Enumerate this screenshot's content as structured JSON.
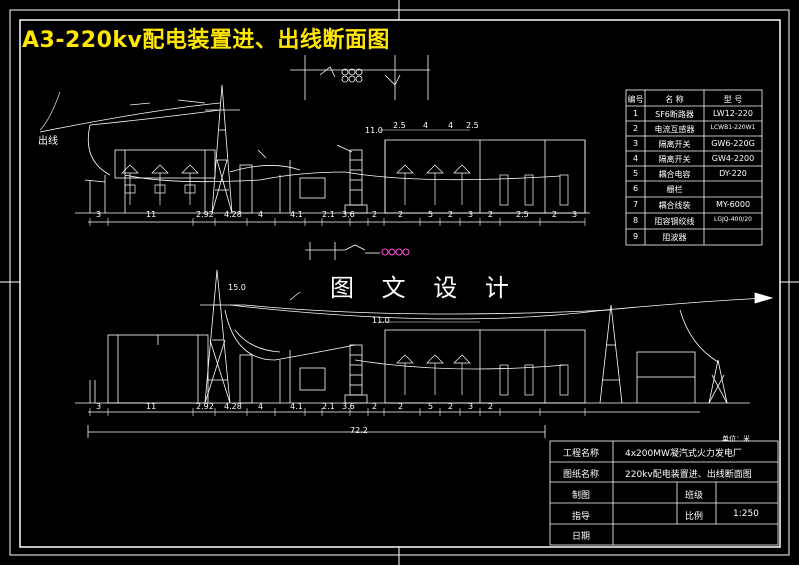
{
  "title": "A3-220kv配电装置进、出线断面图",
  "watermark": "图 文 设 计",
  "labels": {
    "chuxian": "出线",
    "dim_top_11_0": "11.0",
    "dim_bot_11_0": "11.0",
    "dim_15_0": "15.0",
    "dim_72_2": "72.2",
    "unit": "单位：米"
  },
  "top_dims": [
    "3",
    "11",
    "2.92",
    "4.28",
    "4",
    "4.1",
    "2.1",
    "3.6",
    "2",
    "2",
    "5",
    "2",
    "3",
    "2",
    "2.5",
    "2",
    "3"
  ],
  "bus_dims": [
    "2.5",
    "4",
    "4",
    "2.5"
  ],
  "bottom_dims": [
    "3",
    "11",
    "2.92",
    "4.28",
    "4",
    "4.1",
    "2.1",
    "3.6",
    "2",
    "2",
    "5",
    "2",
    "3",
    "2"
  ],
  "equipment_table": {
    "headers": [
      "编号",
      "名 称",
      "型 号"
    ],
    "rows": [
      [
        "1",
        "SF6断路器",
        "LW12-220"
      ],
      [
        "2",
        "电流互感器",
        "LCWB1-220W1"
      ],
      [
        "3",
        "隔离开关",
        "GW6-220G"
      ],
      [
        "4",
        "隔离开关",
        "GW4-2200"
      ],
      [
        "5",
        "耦合电容",
        "DY-220"
      ],
      [
        "6",
        "栅栏",
        ""
      ],
      [
        "7",
        "耦合线装",
        "MY-6000"
      ],
      [
        "8",
        "阻容钢绞线",
        "LGJQ-400/20"
      ],
      [
        "9",
        "阻波器",
        ""
      ]
    ]
  },
  "title_block": {
    "project_label": "工程名称",
    "project_value": "4x200MW凝汽式火力发电厂",
    "drawing_label": "图纸名称",
    "drawing_value": "220kv配电装置进、出线断面图",
    "draw_label": "制图",
    "student_id_label": "班级",
    "guide_label": "指导",
    "scale_label": "比例",
    "scale_value": "1:250",
    "date_label": "日期"
  }
}
